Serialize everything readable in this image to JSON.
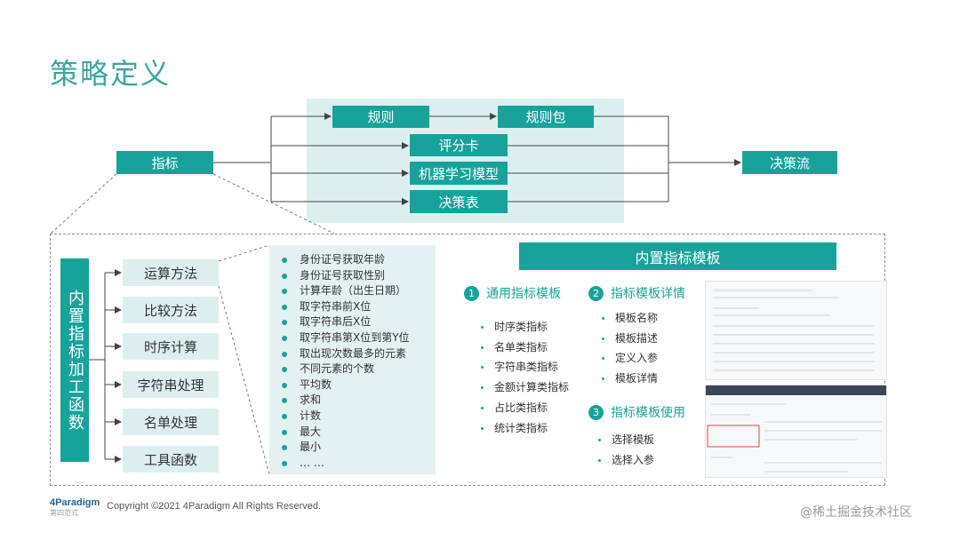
{
  "title": "策略定义",
  "flow": {
    "indicator": "指标",
    "rule": "规则",
    "rule_pack": "规则包",
    "scorecard": "评分卡",
    "ml_model": "机器学习模型",
    "decision_table": "决策表",
    "decision_flow": "决策流"
  },
  "builtin_functions": {
    "label": "内置指标加工函数",
    "categories": [
      "运算方法",
      "比较方法",
      "时序计算",
      "字符串处理",
      "名单处理",
      "工具函数"
    ],
    "items": [
      "身份证号获取年龄",
      "身份证号获取性别",
      "计算年龄（出生日期）",
      "取字符串前X位",
      "取字符串后X位",
      "取字符串第X位到第Y位",
      "取出现次数最多的元素",
      "不同元素的个数",
      "平均数",
      "求和",
      "计数",
      "最大",
      "最小",
      "… …"
    ]
  },
  "template": {
    "header": "内置指标模板",
    "sec1": {
      "num": "1",
      "title": "通用指标模板",
      "items": [
        "时序类指标",
        "名单类指标",
        "字符串类指标",
        "金额计算类指标",
        "占比类指标",
        "统计类指标"
      ]
    },
    "sec2": {
      "num": "2",
      "title": "指标模板详情",
      "items": [
        "模板名称",
        "模板描述",
        "定义入参",
        "模板详情"
      ]
    },
    "sec3": {
      "num": "3",
      "title": "指标模板使用",
      "items": [
        "选择模板",
        "选择入参"
      ]
    }
  },
  "footer": {
    "copyright": "Copyright ©2021 4Paradigm All Rights Reserved.",
    "logo": "4Paradigm",
    "logo_sub": "第四范式",
    "watermark": "@稀土掘金技术社区"
  },
  "colors": {
    "accent": "#17a39b",
    "light": "#dcefee",
    "title": "#3aa7a0"
  }
}
